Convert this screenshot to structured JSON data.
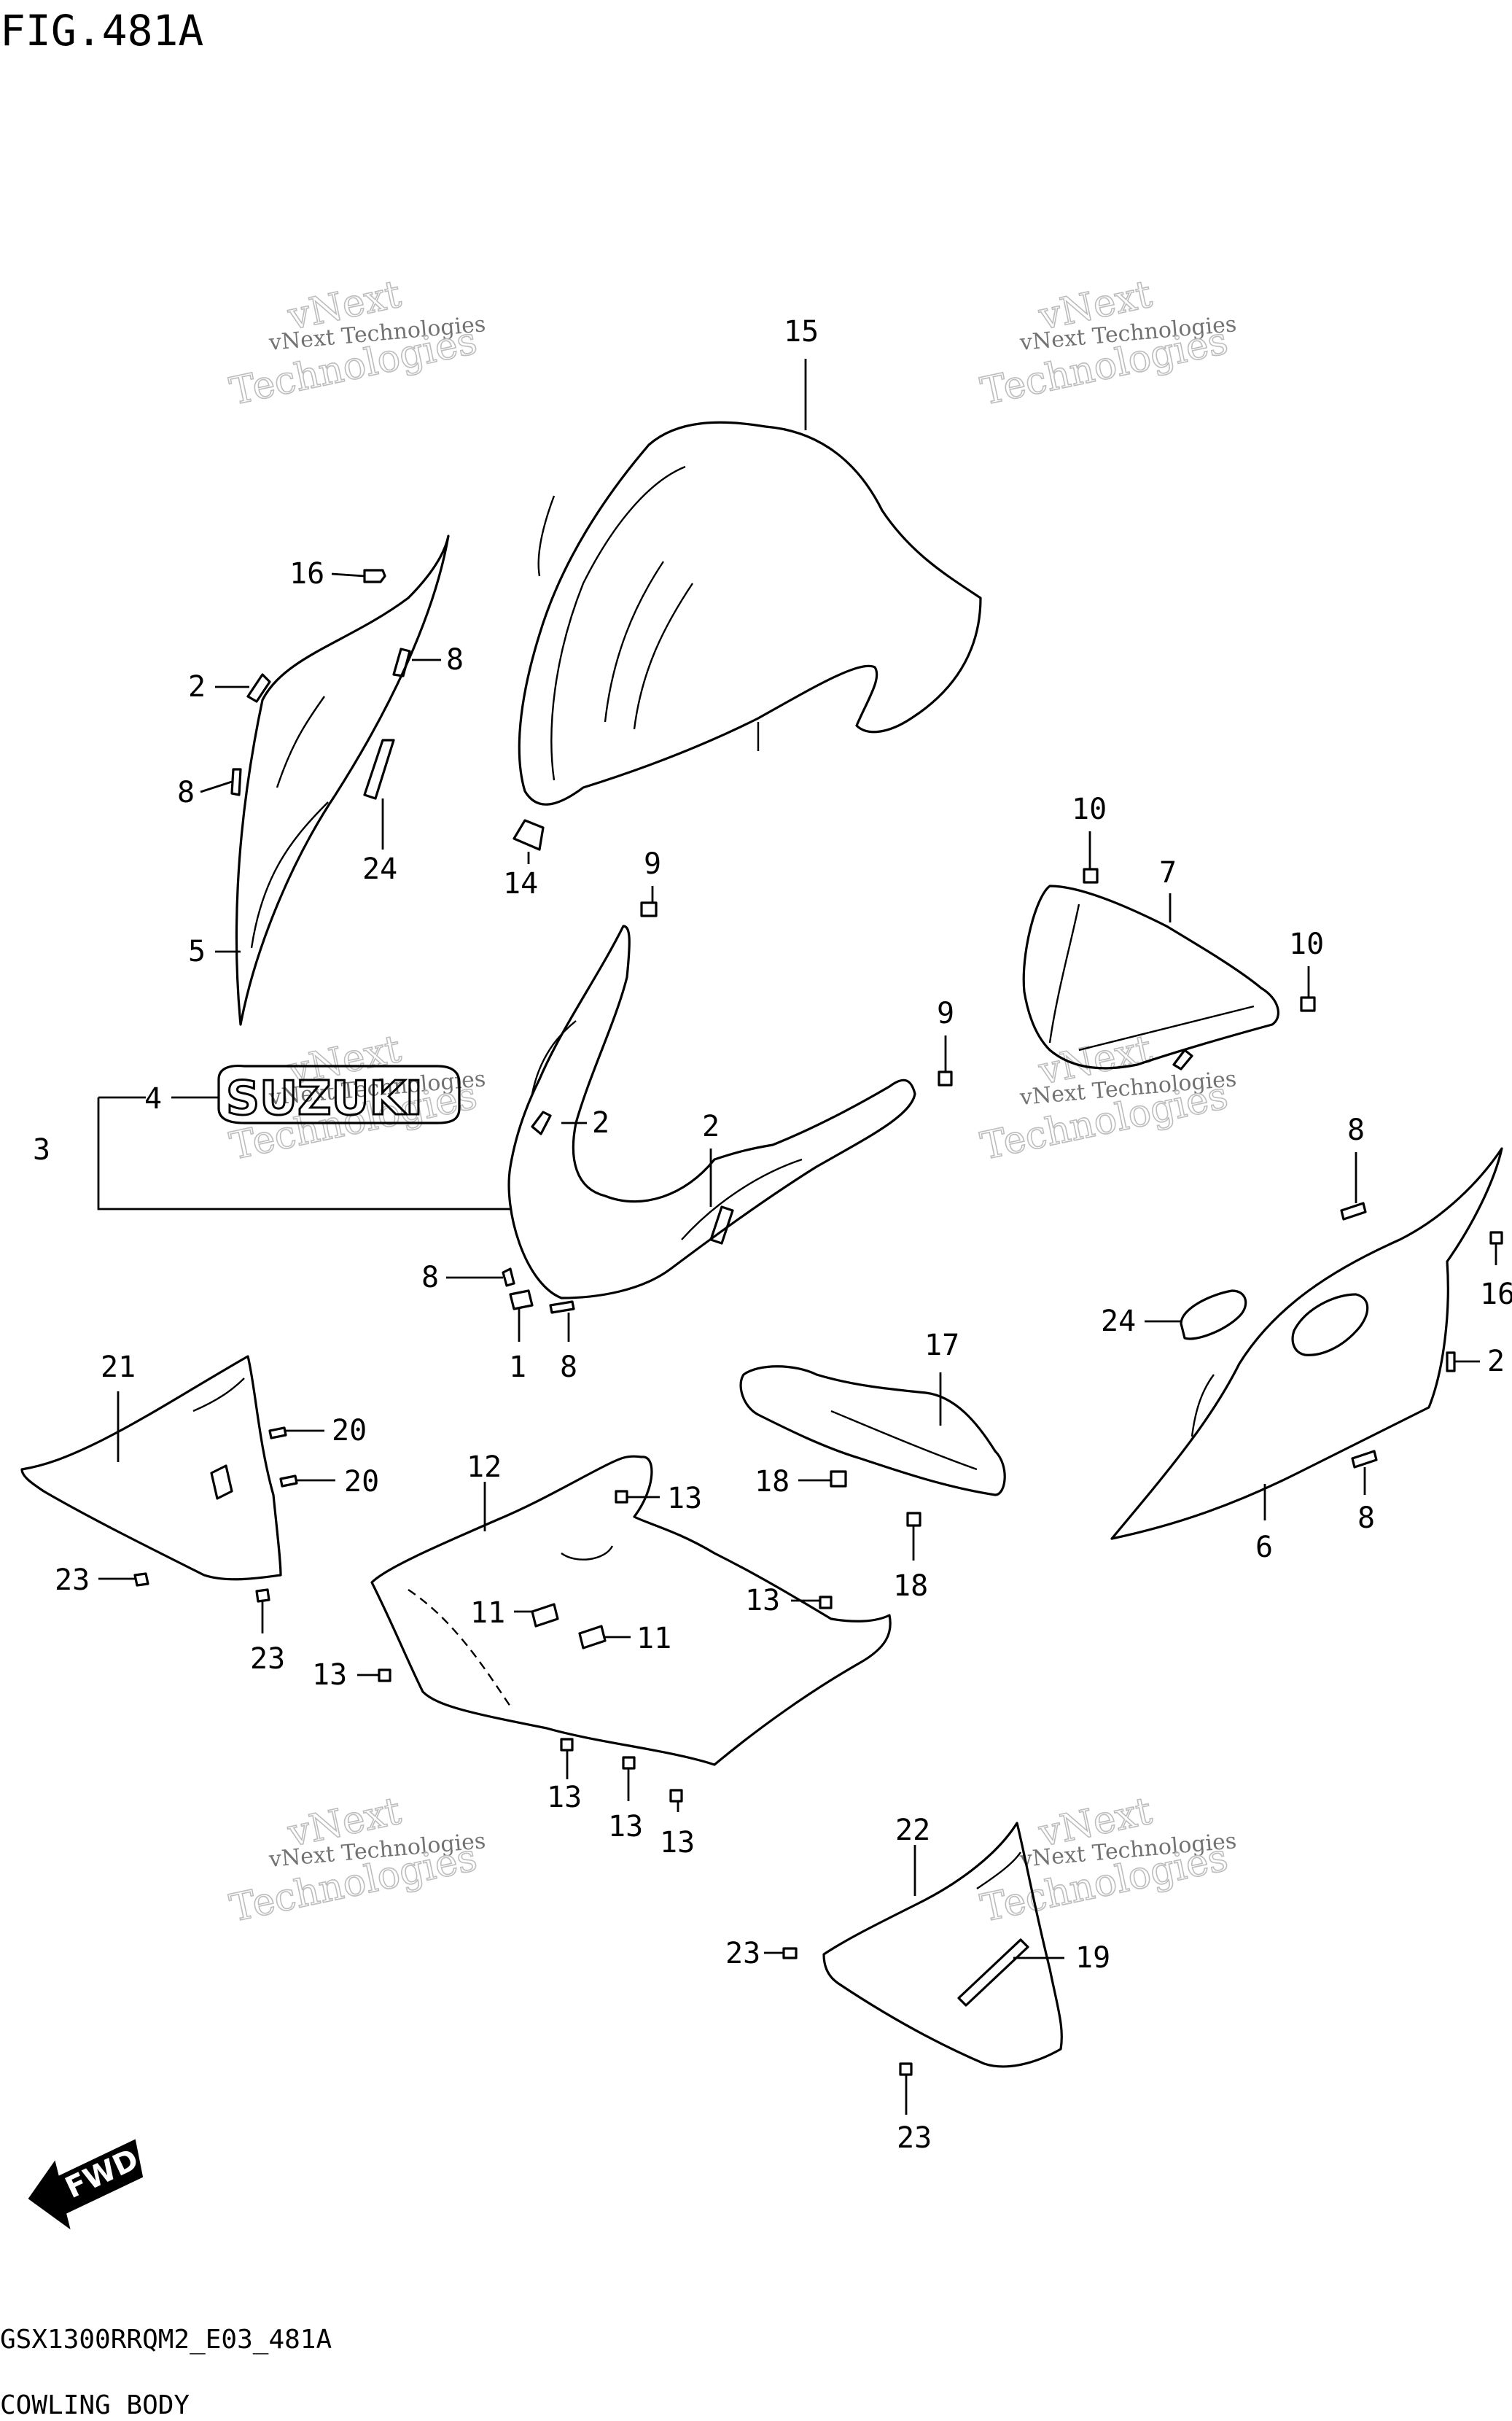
{
  "figure": {
    "title": "FIG.481A",
    "model_code": "GSX1300RRQM2_E03_481A",
    "caption": "COWLING BODY"
  },
  "watermark": {
    "line1": "vNext Technologies",
    "line2_a": "vNext",
    "line2_b": "Technologies"
  },
  "brand_text": "SUZUKI",
  "direction_label": "FWD",
  "callouts": [
    {
      "id": "c15",
      "text": "15"
    },
    {
      "id": "c16a",
      "text": "16"
    },
    {
      "id": "c8a",
      "text": "8"
    },
    {
      "id": "c2a",
      "text": "2"
    },
    {
      "id": "c8b",
      "text": "8"
    },
    {
      "id": "c24a",
      "text": "24"
    },
    {
      "id": "c5",
      "text": "5"
    },
    {
      "id": "c14",
      "text": "14"
    },
    {
      "id": "c9a",
      "text": "9"
    },
    {
      "id": "c10a",
      "text": "10"
    },
    {
      "id": "c7",
      "text": "7"
    },
    {
      "id": "c10b",
      "text": "10"
    },
    {
      "id": "c9b",
      "text": "9"
    },
    {
      "id": "c4",
      "text": "4"
    },
    {
      "id": "c3",
      "text": "3"
    },
    {
      "id": "c2b",
      "text": "2"
    },
    {
      "id": "c2c",
      "text": "2"
    },
    {
      "id": "c8c",
      "text": "8"
    },
    {
      "id": "c1",
      "text": "1"
    },
    {
      "id": "c8d",
      "text": "8"
    },
    {
      "id": "c8e",
      "text": "8"
    },
    {
      "id": "c16b",
      "text": "16"
    },
    {
      "id": "c24b",
      "text": "24"
    },
    {
      "id": "c2d",
      "text": "2"
    },
    {
      "id": "c8f",
      "text": "8"
    },
    {
      "id": "c6",
      "text": "6"
    },
    {
      "id": "c21",
      "text": "21"
    },
    {
      "id": "c20a",
      "text": "20"
    },
    {
      "id": "c20b",
      "text": "20"
    },
    {
      "id": "c23a",
      "text": "23"
    },
    {
      "id": "c23b",
      "text": "23"
    },
    {
      "id": "c12",
      "text": "12"
    },
    {
      "id": "c13a",
      "text": "13"
    },
    {
      "id": "c17",
      "text": "17"
    },
    {
      "id": "c18a",
      "text": "18"
    },
    {
      "id": "c18b",
      "text": "18"
    },
    {
      "id": "c13b",
      "text": "13"
    },
    {
      "id": "c11a",
      "text": "11"
    },
    {
      "id": "c11b",
      "text": "11"
    },
    {
      "id": "c13c",
      "text": "13"
    },
    {
      "id": "c13d",
      "text": "13"
    },
    {
      "id": "c13e",
      "text": "13"
    },
    {
      "id": "c13f",
      "text": "13"
    },
    {
      "id": "c22",
      "text": "22"
    },
    {
      "id": "c23c",
      "text": "23"
    },
    {
      "id": "c19",
      "text": "19"
    },
    {
      "id": "c23d",
      "text": "23"
    }
  ]
}
